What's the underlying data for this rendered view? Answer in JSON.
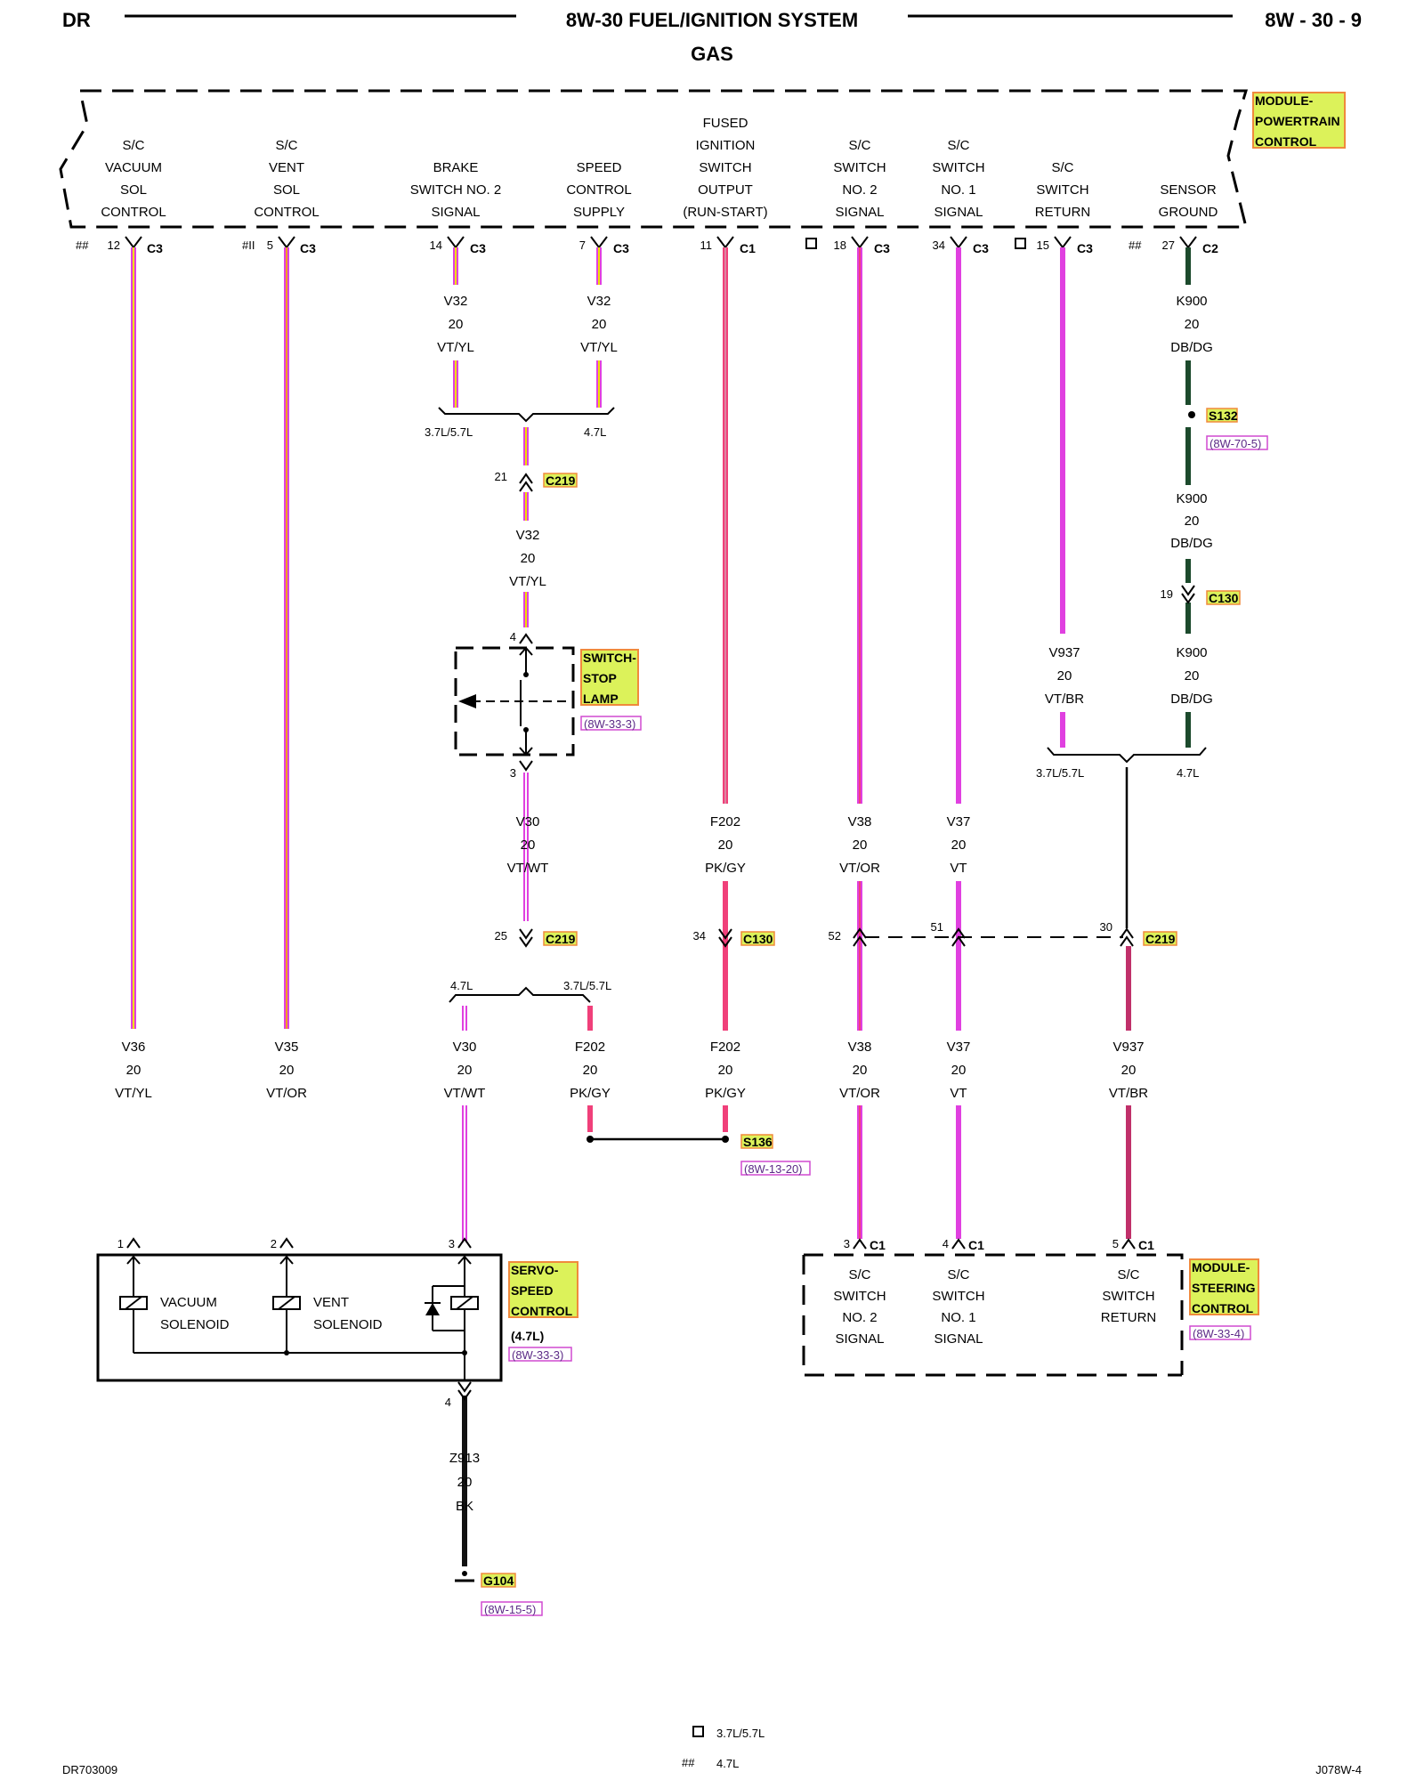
{
  "header": {
    "left": "DR",
    "title": "8W-30 FUEL/IGNITION SYSTEM",
    "subtitle": "GAS",
    "page": "8W - 30 - 9"
  },
  "colors": {
    "violet": "#e040e0",
    "pink": "#f0407a",
    "yellow": "#f0e000",
    "orange": "#f0a020",
    "dark_green": "#1c4a2c",
    "white_tracer": "#ffffff",
    "tag_fill": "#dcf25a",
    "tag_border": "#f08a3c",
    "ref_border": "#d04ad0"
  },
  "pcm": {
    "tag": [
      "MODULE-",
      "POWERTRAIN",
      "CONTROL"
    ],
    "signals": [
      {
        "lines": [
          "S/C",
          "VACUUM",
          "SOL",
          "CONTROL"
        ],
        "pin": "12",
        "connector": "C3",
        "marker": "##"
      },
      {
        "lines": [
          "S/C",
          "VENT",
          "SOL",
          "CONTROL"
        ],
        "pin": "5",
        "connector": "C3",
        "marker": "#II"
      },
      {
        "lines": [
          "BRAKE",
          "SWITCH NO. 2",
          "SIGNAL"
        ],
        "pin": "14",
        "connector": "C3",
        "marker": ""
      },
      {
        "lines": [
          "SPEED",
          "CONTROL",
          "SUPPLY"
        ],
        "pin": "7",
        "connector": "C3",
        "marker": ""
      },
      {
        "lines": [
          "FUSED",
          "IGNITION",
          "SWITCH",
          "OUTPUT",
          "(RUN-START)"
        ],
        "pin": "11",
        "connector": "C1",
        "marker": ""
      },
      {
        "lines": [
          "S/C",
          "SWITCH",
          "NO. 2",
          "SIGNAL"
        ],
        "pin": "18",
        "connector": "C3",
        "marker": "□"
      },
      {
        "lines": [
          "S/C",
          "SWITCH",
          "NO. 1",
          "SIGNAL"
        ],
        "pin": "34",
        "connector": "C3",
        "marker": ""
      },
      {
        "lines": [
          "S/C",
          "SWITCH",
          "RETURN"
        ],
        "pin": "15",
        "connector": "C3",
        "marker": "□"
      },
      {
        "lines": [
          "SENSOR",
          "GROUND"
        ],
        "pin": "27",
        "connector": "C2",
        "marker": "##"
      }
    ]
  },
  "wire_labels": [
    {
      "circuit": "V32",
      "gauge": "20",
      "color": "VT/YL"
    },
    {
      "circuit": "V32",
      "gauge": "20",
      "color": "VT/YL"
    },
    {
      "circuit": "K900",
      "gauge": "20",
      "color": "DB/DG"
    },
    {
      "circuit": "V32",
      "gauge": "20",
      "color": "VT/YL"
    },
    {
      "circuit": "K900",
      "gauge": "20",
      "color": "DB/DG"
    },
    {
      "circuit": "V937",
      "gauge": "20",
      "color": "VT/BR"
    },
    {
      "circuit": "K900",
      "gauge": "20",
      "color": "DB/DG"
    },
    {
      "circuit": "V30",
      "gauge": "20",
      "color": "VT/WT"
    },
    {
      "circuit": "F202",
      "gauge": "20",
      "color": "PK/GY"
    },
    {
      "circuit": "V38",
      "gauge": "20",
      "color": "VT/OR"
    },
    {
      "circuit": "V37",
      "gauge": "20",
      "color": "VT"
    },
    {
      "circuit": "V36",
      "gauge": "20",
      "color": "VT/YL"
    },
    {
      "circuit": "V35",
      "gauge": "20",
      "color": "VT/OR"
    },
    {
      "circuit": "V30",
      "gauge": "20",
      "color": "VT/WT"
    },
    {
      "circuit": "F202",
      "gauge": "20",
      "color": "PK/GY"
    },
    {
      "circuit": "F202",
      "gauge": "20",
      "color": "PK/GY"
    },
    {
      "circuit": "V38",
      "gauge": "20",
      "color": "VT/OR"
    },
    {
      "circuit": "V37",
      "gauge": "20",
      "color": "VT"
    },
    {
      "circuit": "V937",
      "gauge": "20",
      "color": "VT/BR"
    },
    {
      "circuit": "Z913",
      "gauge": "20",
      "color": "BK"
    }
  ],
  "engine_labels": {
    "l37": "3.7L/5.7L",
    "l47": "4.7L"
  },
  "connectors": {
    "c219_21": {
      "pin": "21",
      "name": "C219"
    },
    "c219_25": {
      "pin": "25",
      "name": "C219"
    },
    "c219_52": {
      "pin": "52"
    },
    "c219_51": {
      "pin": "51"
    },
    "c219_30": {
      "pin": "30",
      "name": "C219"
    },
    "c130_34": {
      "pin": "34",
      "name": "C130"
    },
    "c130_19": {
      "pin": "19",
      "name": "C130"
    }
  },
  "splices": {
    "s132": {
      "name": "S132",
      "ref": "(8W-70-5)"
    },
    "s136": {
      "name": "S136",
      "ref": "(8W-13-20)"
    }
  },
  "stop_lamp": {
    "tag": [
      "SWITCH-",
      "STOP",
      "LAMP"
    ],
    "ref": "(8W-33-3)",
    "pin_top": "4",
    "pin_bottom": "3"
  },
  "servo": {
    "tag": [
      "SERVO-",
      "SPEED",
      "CONTROL"
    ],
    "variant": "(4.7L)",
    "ref": "(8W-33-3)",
    "vacuum_label": [
      "VACUUM",
      "SOLENOID"
    ],
    "vent_label": [
      "VENT",
      "SOLENOID"
    ],
    "pins": [
      "1",
      "2",
      "3"
    ],
    "ground_pin": "4"
  },
  "scm": {
    "tag": [
      "MODULE-",
      "STEERING",
      "CONTROL"
    ],
    "ref": "(8W-33-4)",
    "items": [
      {
        "lines": [
          "S/C",
          "SWITCH",
          "NO. 2",
          "SIGNAL"
        ],
        "pin": "3",
        "connector": "C1"
      },
      {
        "lines": [
          "S/C",
          "SWITCH",
          "NO. 1",
          "SIGNAL"
        ],
        "pin": "4",
        "connector": "C1"
      },
      {
        "lines": [
          "S/C",
          "SWITCH",
          "RETURN"
        ],
        "pin": "5",
        "connector": "C1"
      }
    ]
  },
  "ground": {
    "name": "G104",
    "ref": "(8W-15-5)"
  },
  "legend": [
    {
      "symbol": "□",
      "text": "3.7L/5.7L"
    },
    {
      "symbol": "##",
      "text": "4.7L"
    }
  ],
  "footer": {
    "left": "DR703009",
    "right": "J078W-4"
  }
}
